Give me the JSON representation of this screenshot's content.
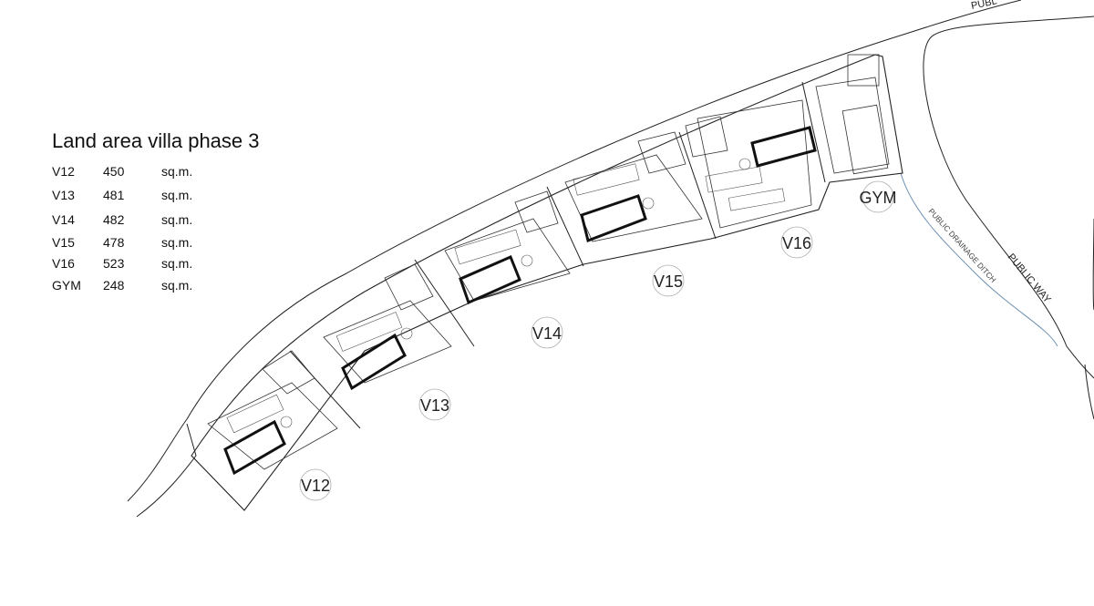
{
  "legend": {
    "title": "Land area villa phase 3",
    "rows": [
      {
        "name": "V12",
        "area": "450",
        "unit": "sq.m."
      },
      {
        "name": "V13",
        "area": "481",
        "unit": "sq.m."
      },
      {
        "name": "V14",
        "area": "482",
        "unit": "sq.m."
      },
      {
        "name": "V15",
        "area": "478",
        "unit": "sq.m."
      },
      {
        "name": "V16",
        "area": "523",
        "unit": "sq.m."
      },
      {
        "name": "GYM",
        "area": "248",
        "unit": "sq.m."
      }
    ]
  },
  "plots": [
    {
      "label": "V12"
    },
    {
      "label": "V13"
    },
    {
      "label": "V14"
    },
    {
      "label": "V15"
    },
    {
      "label": "V16"
    },
    {
      "label": "GYM"
    }
  ],
  "roads": {
    "top_label": "PUBL",
    "public_way": "PUBLIC WAY",
    "drainage": "PUBLIC DRAINAGE DITCH"
  },
  "colors": {
    "line": "#222222",
    "drainage_line": "#6c8fb0"
  }
}
